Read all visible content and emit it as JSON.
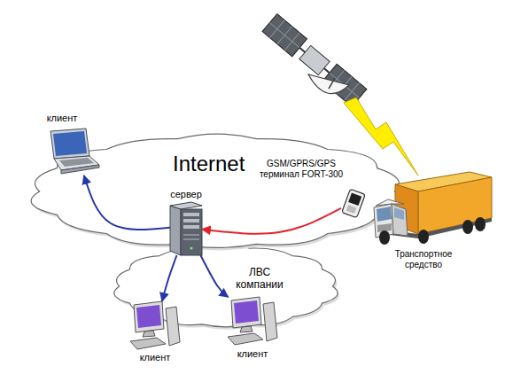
{
  "diagram": {
    "nodes": [
      {
        "text": [
          "клиент"
        ]
      },
      {
        "text": [
          "Internet"
        ]
      },
      {
        "text": [
          "сервер"
        ],
        "in": 1
      },
      {
        "text": [
          "GSM/GPRS/GPS терминал FORT-300"
        ]
      },
      {
        "text": [
          "Транспортное средство"
        ]
      },
      {
        "text": [
          "ЛВС компании"
        ]
      },
      {
        "text": [
          "клиент"
        ]
      },
      {
        "text": [
          "клиент"
        ]
      }
    ],
    "edges": [
      {
        "from": 2,
        "to": 0,
        "arrow": "to"
      },
      {
        "from": 3,
        "to": 2,
        "arrow": "to"
      },
      {
        "from": 2,
        "to": 6,
        "arrow": "to"
      },
      {
        "from": 2,
        "to": 7,
        "arrow": "to"
      }
    ]
  }
}
